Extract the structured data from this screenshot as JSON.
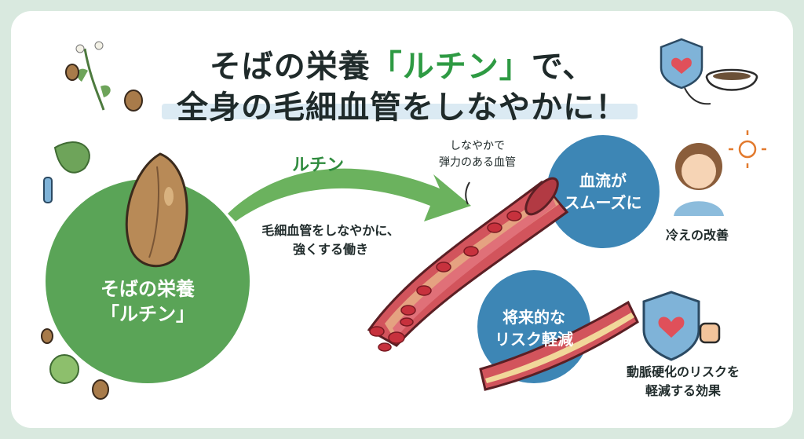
{
  "title": {
    "line1_pre": "そばの栄養",
    "line1_accent": "「ルチン」",
    "line1_post": "で、",
    "line2": "全身の毛細血管をしなやかに！"
  },
  "rutin_circle": {
    "line1": "そばの栄養",
    "line2": "「ルチン」"
  },
  "arrow": {
    "label": "ルチン",
    "desc_line1": "毛細血管をしなやかに、",
    "desc_line2": "強くする働き"
  },
  "vessel_label": {
    "line1": "しなやかで",
    "line2": "弾力のある血管"
  },
  "bloodflow_circle": {
    "line1": "血流が",
    "line2": "スムーズに"
  },
  "cold_label": "冷えの改善",
  "risk_circle": {
    "line1": "将来的な",
    "line2": "リスク軽減"
  },
  "risk_desc": {
    "line1": "動脈硬化のリスクを",
    "line2": "軽減する効果"
  },
  "colors": {
    "green": "#5aa457",
    "blue": "#3d86b5",
    "vessel": "#d2545c",
    "blood_cell": "#c7313d",
    "background": "#d9e9df"
  },
  "icons": [
    "buckwheat-seed-icon",
    "buckwheat-plant-icon",
    "shield-heart-icon",
    "soba-bowl-icon",
    "woman-smiling-icon",
    "sun-icon",
    "thumbs-up-icon",
    "leaf-icon",
    "thermometer-icon"
  ]
}
